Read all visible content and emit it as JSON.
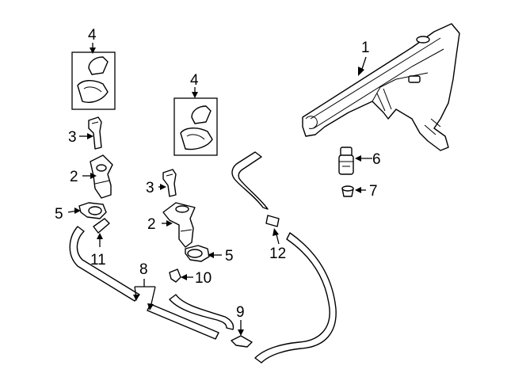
{
  "callouts": {
    "c1": "1",
    "c2a": "2",
    "c2b": "2",
    "c3a": "3",
    "c3b": "3",
    "c4a": "4",
    "c4b": "4",
    "c5a": "5",
    "c5b": "5",
    "c6": "6",
    "c7": "7",
    "c8": "8",
    "c9": "9",
    "c10": "10",
    "c11": "11",
    "c12": "12"
  },
  "colors": {
    "line": "#000000",
    "background": "#ffffff"
  }
}
